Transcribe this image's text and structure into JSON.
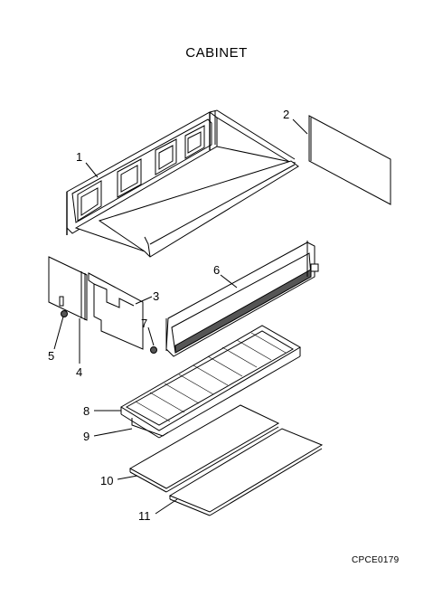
{
  "title": "CABINET",
  "figure_code": "CPCE0179",
  "callouts": [
    "1",
    "2",
    "3",
    "4",
    "5",
    "6",
    "7",
    "8",
    "9",
    "10",
    "11"
  ]
}
